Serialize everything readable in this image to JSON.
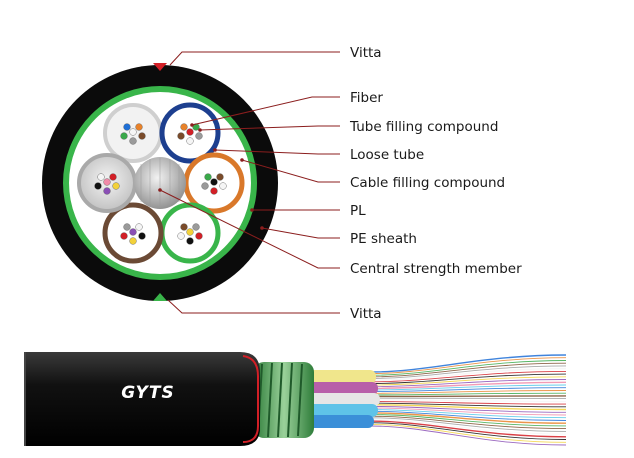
{
  "diagram": {
    "labels": {
      "vitta_top": "Vitta",
      "fiber": "Fiber",
      "tube_filling_compound": "Tube filling compound",
      "loose_tube": "Loose tube",
      "cable_filling_compound": "Cable filling compound",
      "pl": "PL",
      "pe_sheath": "PE sheath",
      "central_strength_member": "Central strength member",
      "vitta_bottom": "Vitta"
    },
    "cable_brand": "GYTS",
    "colors": {
      "sheath": "#0b0b0b",
      "pl_ring": "#39b54a",
      "leader_line": "#8b1e1e",
      "vitta_marker": "#d21f26"
    },
    "loose_tube_colors": [
      "white",
      "blue",
      "orange",
      "green",
      "brown",
      "gray"
    ],
    "fiber_colors": [
      "blue",
      "orange",
      "green",
      "brown",
      "gray",
      "white",
      "red",
      "black",
      "yellow",
      "violet",
      "pink",
      "aqua"
    ]
  }
}
